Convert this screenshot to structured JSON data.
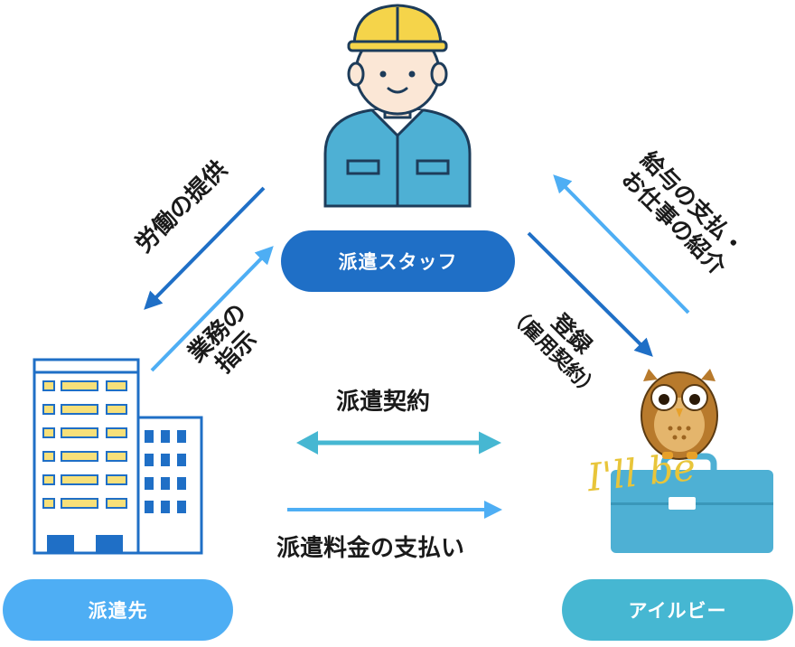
{
  "nodes": {
    "staff": "派遣スタッフ",
    "client": "派遣先",
    "company": "アイルビー"
  },
  "arrows": {
    "labor_provision": "労働の提供",
    "work_instruction_line1": "業務の",
    "work_instruction_line2": "指示",
    "salary_line1": "給与の支払・",
    "salary_line2": "お仕事の紹介",
    "registration": "登録",
    "registration_sub": "（雇用契約）",
    "dispatch_contract": "派遣契約",
    "dispatch_fee": "派遣料金の支払い"
  },
  "logo": {
    "text": "I'll be"
  },
  "colors": {
    "dark_blue": "#1f6fc6",
    "light_blue": "#4eaef4",
    "teal": "#46b7d2",
    "helmet_yellow": "#f5d44a",
    "uniform_blue": "#4eb0d4"
  }
}
